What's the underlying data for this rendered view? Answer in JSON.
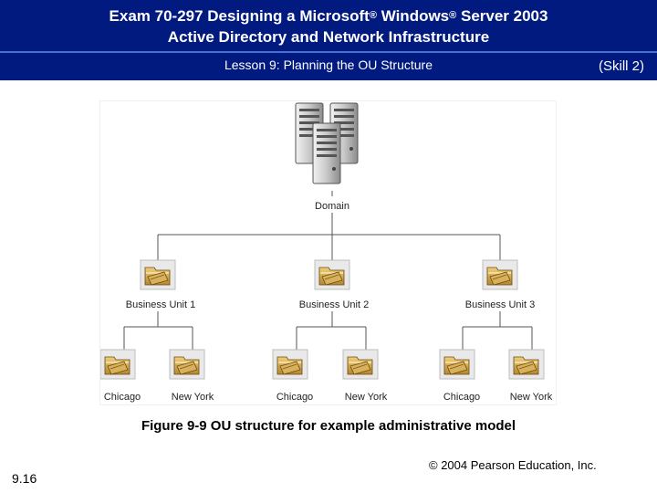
{
  "header": {
    "title_line1_parts": [
      "Exam 70-297 Designing a Microsoft",
      "®",
      " Windows",
      "®",
      " Server 2003"
    ],
    "title_line2": "Active Directory and Network Infrastructure",
    "lesson": "Lesson 9: Planning the OU Structure",
    "skill": "(Skill 2)"
  },
  "diagram": {
    "root": {
      "label": "Domain",
      "icon": "server-cluster-icon"
    },
    "business_units": [
      {
        "label": "Business Unit 1",
        "icon": "folder-icon",
        "children": [
          "Chicago",
          "New York"
        ]
      },
      {
        "label": "Business Unit 2",
        "icon": "folder-icon",
        "children": [
          "Chicago",
          "New York"
        ]
      },
      {
        "label": "Business Unit 3",
        "icon": "folder-icon",
        "children": [
          "Chicago",
          "New York"
        ]
      }
    ]
  },
  "caption": "Figure 9-9 OU structure for example administrative model",
  "footer": {
    "copyright": "© 2004 Pearson Education, Inc.",
    "page_number": "9.16"
  },
  "colors": {
    "header": "#001a80",
    "accent_rule": "#4a6fd0",
    "folder": "#c9a24a"
  }
}
